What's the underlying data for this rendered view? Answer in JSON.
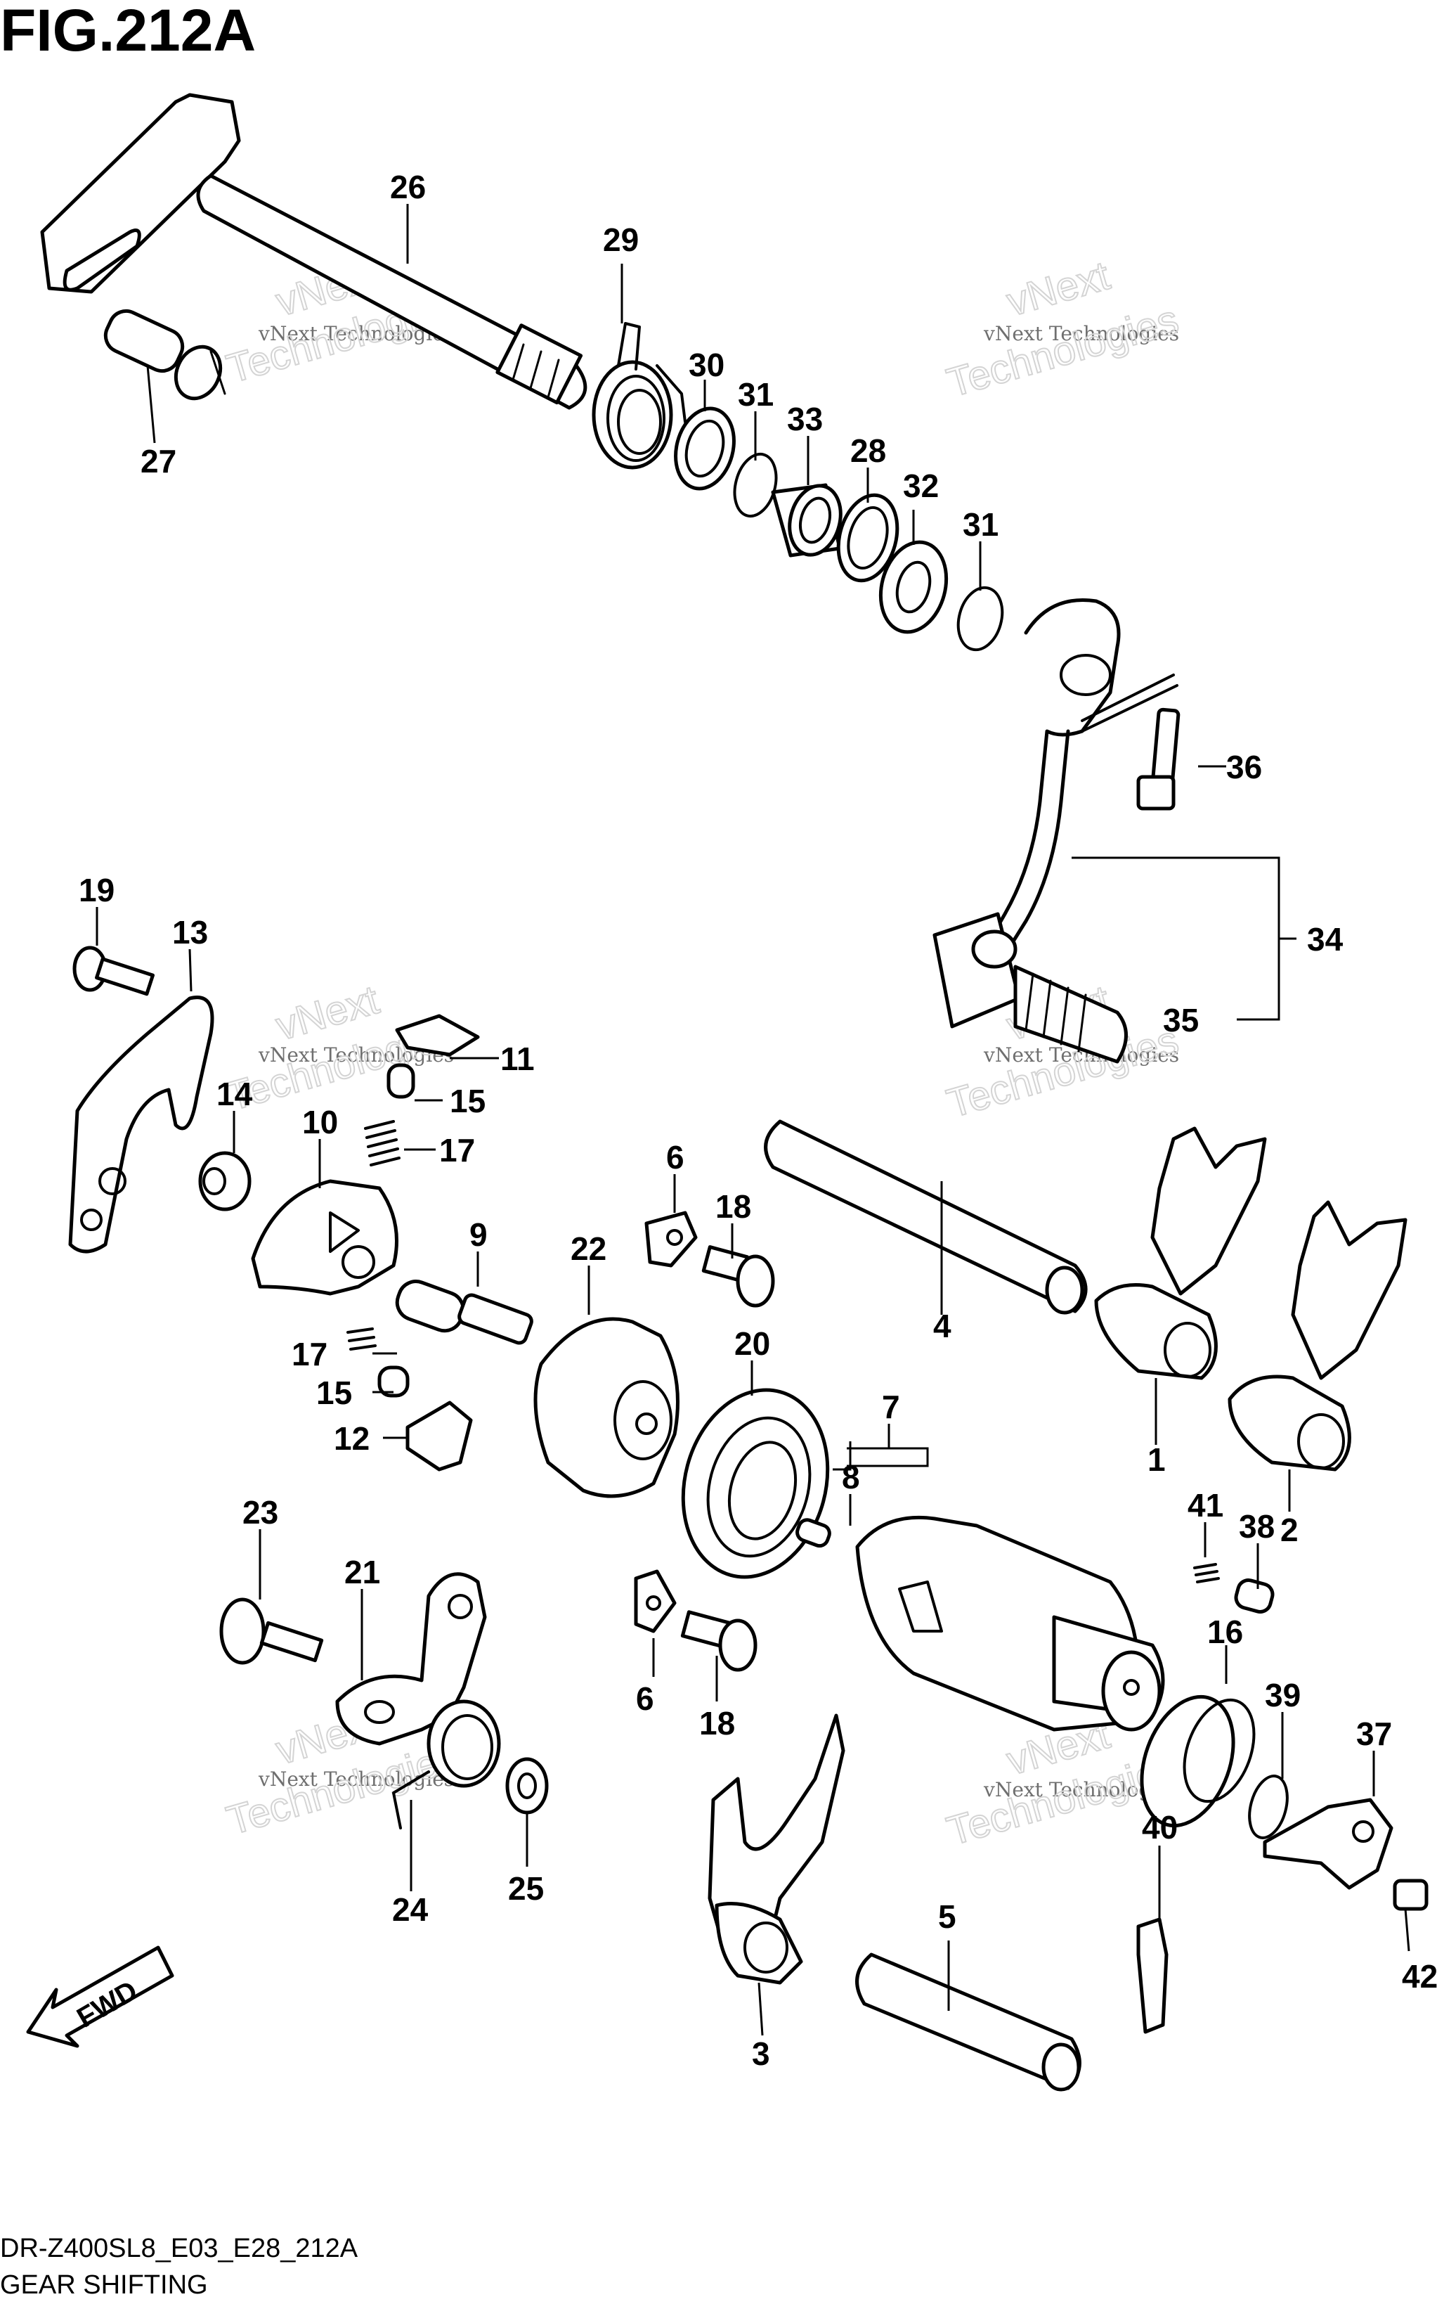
{
  "header": {
    "title": "FIG.212A"
  },
  "footer": {
    "model_code": "DR-Z400SL8_E03_E28_212A",
    "caption": "GEAR SHIFTING"
  },
  "watermark": {
    "text_small": "vNext Technologies",
    "text_large_1": "vNext",
    "text_large_2": "Technologies"
  },
  "direction_arrow": {
    "label": "FWD"
  },
  "callouts": [
    "26",
    "27",
    "29",
    "30",
    "31",
    "33",
    "28",
    "32",
    "31",
    "36",
    "34",
    "35",
    "19",
    "13",
    "11",
    "15",
    "17",
    "14",
    "10",
    "9",
    "6",
    "18",
    "22",
    "20",
    "4",
    "1",
    "2",
    "17",
    "15",
    "12",
    "23",
    "21",
    "8",
    "7",
    "41",
    "38",
    "16",
    "6",
    "18",
    "39",
    "37",
    "40",
    "42",
    "24",
    "25",
    "5",
    "3"
  ]
}
